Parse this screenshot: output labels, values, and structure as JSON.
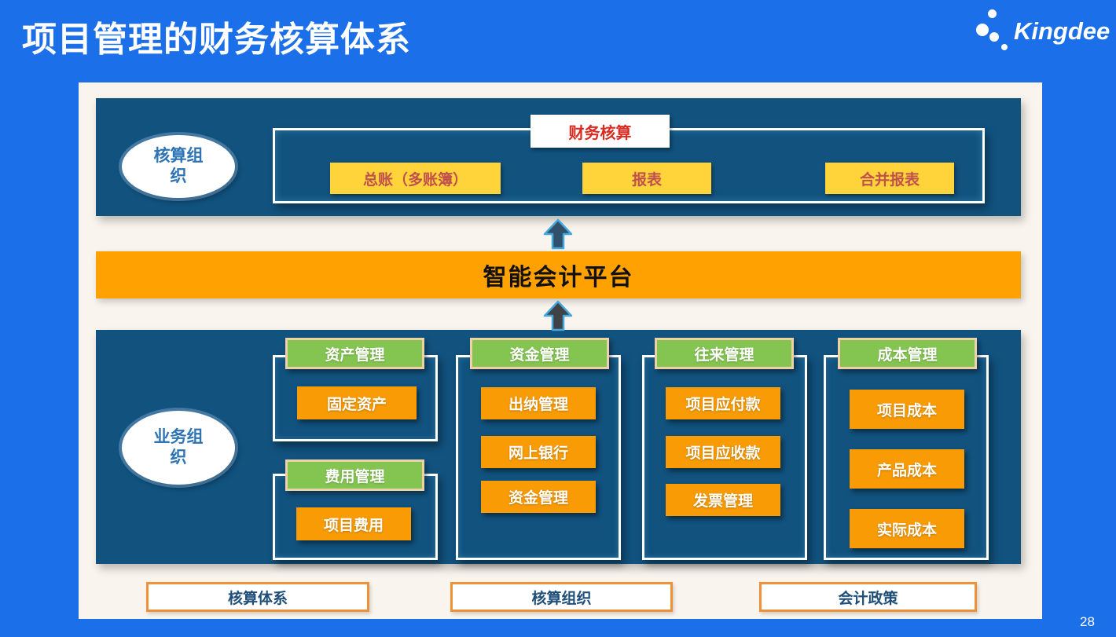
{
  "slide": {
    "title": "项目管理的财务核算体系",
    "page_number": "28",
    "logo_text": "Kingdee"
  },
  "top_section": {
    "ellipse_label": "核算组织",
    "finance_label": "财务核算",
    "items": [
      "总账（多账簿）",
      "报表",
      "合并报表"
    ]
  },
  "platform_banner": "智能会计平台",
  "bottom_section": {
    "ellipse_label": "业务组织",
    "groups": [
      {
        "header": "资产管理",
        "items": [
          "固定资产"
        ]
      },
      {
        "header": "费用管理",
        "items": [
          "项目费用"
        ]
      },
      {
        "header": "资金管理",
        "items": [
          "出纳管理",
          "网上银行",
          "资金管理"
        ]
      },
      {
        "header": "往来管理",
        "items": [
          "项目应付款",
          "项目应收款",
          "发票管理"
        ]
      },
      {
        "header": "成本管理",
        "items": [
          "项目成本",
          "产品成本",
          "实际成本"
        ]
      }
    ]
  },
  "footer_boxes": [
    "核算体系",
    "核算组织",
    "会计政策"
  ],
  "colors": {
    "background": "#1B6FE8",
    "panel": "#F9F4ED",
    "dark_box": "#11527F",
    "yellow_box": "#FFD43A",
    "orange_box": "#F89B05",
    "banner_orange": "#FFA101",
    "green_header": "#84C451",
    "green_border_tan": "#F0D0A6",
    "finance_text_red": "#D92B20",
    "yellow_text_brick": "#C0504D",
    "footer_border_orange": "#ED9237",
    "footer_text_navy": "#1F4E79",
    "ellipse_text_blue": "#2E74B5"
  }
}
